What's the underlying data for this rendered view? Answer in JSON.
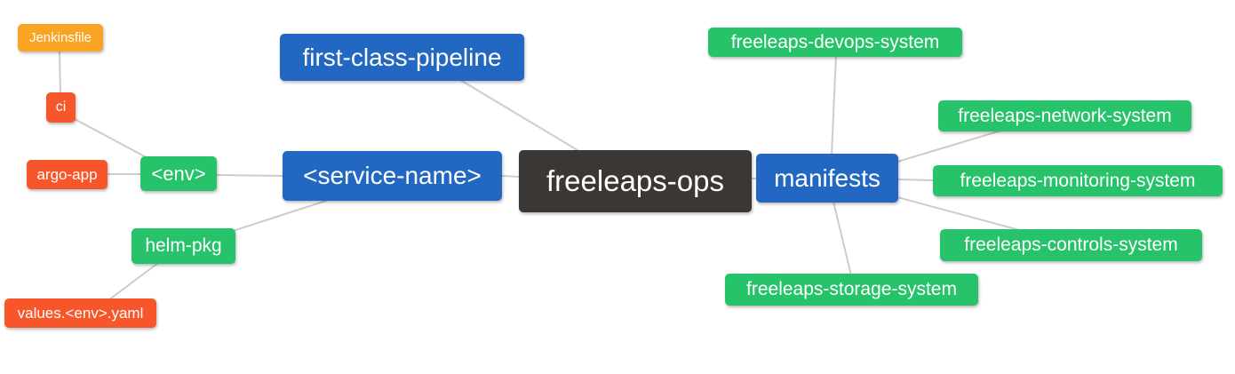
{
  "diagram": {
    "type": "mindmap",
    "palette": {
      "root_node": "#3b3734",
      "primary_branch": "#2268c2",
      "secondary_branch": "#26c36a",
      "file_orange": "#f9a425",
      "file_red": "#f7562a",
      "edge_line": "#cccccc",
      "background": "#ffffff",
      "node_text": "#ffffff"
    },
    "nodes": {
      "root": {
        "label": "freeleaps-ops",
        "color": "#3b3734"
      },
      "pipeline": {
        "label": "first-class-pipeline",
        "color": "#2268c2"
      },
      "service": {
        "label": "<service-name>",
        "color": "#2268c2"
      },
      "manifests": {
        "label": "manifests",
        "color": "#2268c2"
      },
      "env": {
        "label": "<env>",
        "color": "#26c36a"
      },
      "helm_pkg": {
        "label": "helm-pkg",
        "color": "#26c36a"
      },
      "jenkinsfile": {
        "label": "Jenkinsfile",
        "color": "#f9a425"
      },
      "ci": {
        "label": "ci",
        "color": "#f7562a"
      },
      "argo_app": {
        "label": "argo-app",
        "color": "#f7562a"
      },
      "values_yaml": {
        "label": "values.<env>.yaml",
        "color": "#f7562a"
      },
      "devops": {
        "label": "freeleaps-devops-system",
        "color": "#26c36a"
      },
      "network": {
        "label": "freeleaps-network-system",
        "color": "#26c36a"
      },
      "monitoring": {
        "label": "freeleaps-monitoring-system",
        "color": "#26c36a"
      },
      "controls": {
        "label": "freeleaps-controls-system",
        "color": "#26c36a"
      },
      "storage": {
        "label": "freeleaps-storage-system",
        "color": "#26c36a"
      }
    },
    "edges": [
      {
        "from": "Jenkinsfile",
        "to": "ci"
      },
      {
        "from": "ci",
        "to": "<env>"
      },
      {
        "from": "argo-app",
        "to": "<env>"
      },
      {
        "from": "<env>",
        "to": "<service-name>"
      },
      {
        "from": "helm-pkg",
        "to": "<service-name>"
      },
      {
        "from": "values.<env>.yaml",
        "to": "helm-pkg"
      },
      {
        "from": "first-class-pipeline",
        "to": "freeleaps-ops"
      },
      {
        "from": "<service-name>",
        "to": "freeleaps-ops"
      },
      {
        "from": "freeleaps-ops",
        "to": "manifests"
      },
      {
        "from": "manifests",
        "to": "freeleaps-devops-system"
      },
      {
        "from": "manifests",
        "to": "freeleaps-network-system"
      },
      {
        "from": "manifests",
        "to": "freeleaps-monitoring-system"
      },
      {
        "from": "manifests",
        "to": "freeleaps-controls-system"
      },
      {
        "from": "manifests",
        "to": "freeleaps-storage-system"
      }
    ]
  }
}
